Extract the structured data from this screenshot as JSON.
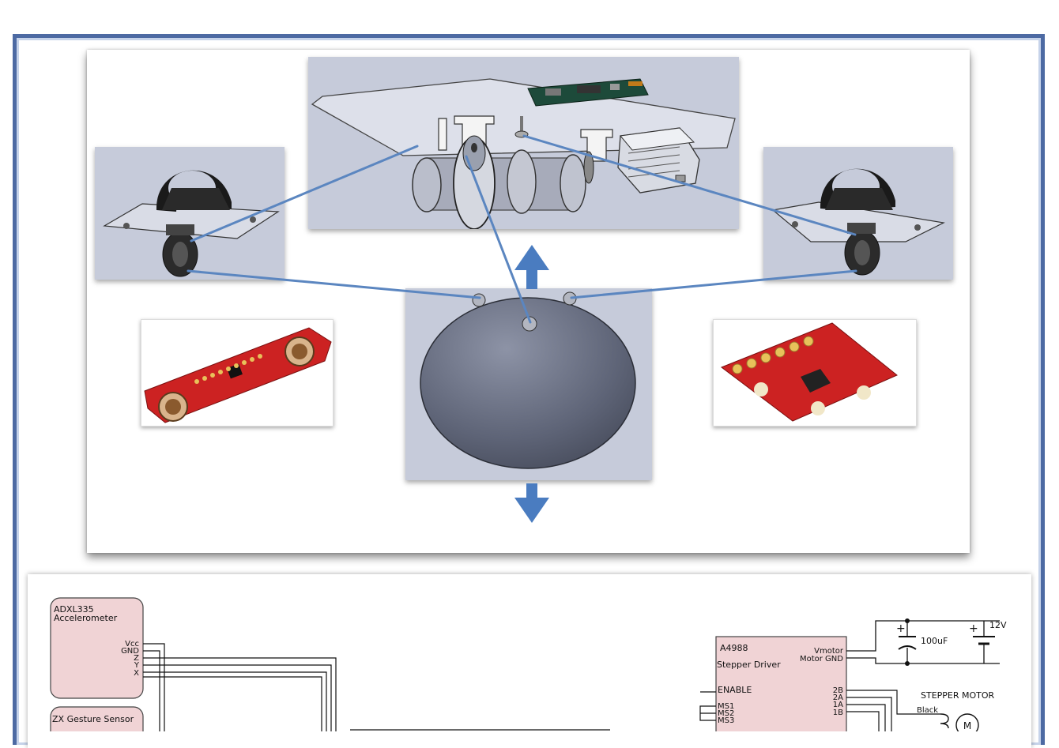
{
  "schematic": {
    "accel": {
      "title_line1": "ADXL335",
      "title_line2": "Accelerometer",
      "pins": [
        "Vcc",
        "GND",
        "Z",
        "Y",
        "X"
      ]
    },
    "gesture": {
      "title": "ZX Gesture Sensor"
    },
    "driver": {
      "title_line1": "A4988",
      "title_line2": "Stepper Driver",
      "pins_right": [
        "Vmotor",
        "Motor GND"
      ],
      "enable": "ENABLE",
      "ms_pins": [
        "MS1",
        "MS2",
        "MS3"
      ],
      "coil_pins": [
        "2B",
        "2A",
        "1A",
        "1B"
      ]
    },
    "capacitor_label": "100uF",
    "supply_label": "12V",
    "motor_title": "STEPPER MOTOR",
    "wire_label": "Black",
    "motor_symbol": "M"
  },
  "colors": {
    "frame_border": "#4d6aa3",
    "link_lines": "#5b86c0",
    "arrows": "#4a7cc0",
    "cad_bg": "#c6cbda",
    "schematic_block_fill": "#f0d3d5",
    "pcb_red": "#cc2222"
  }
}
